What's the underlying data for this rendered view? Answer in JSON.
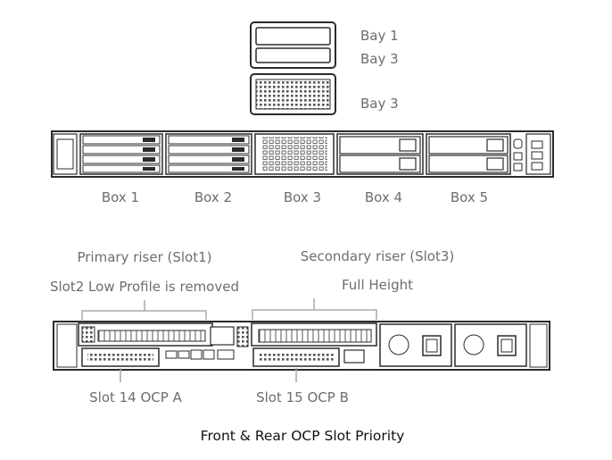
{
  "caption": "Front & Rear OCP Slot Priority",
  "bays": {
    "top_label": "Bay 1",
    "middle_label": "Bay 3",
    "bottom_label": "Bay 3"
  },
  "front_boxes": [
    "Box 1",
    "Box 2",
    "Box 3",
    "Box 4",
    "Box 5"
  ],
  "rear": {
    "primary_riser": "Primary riser (Slot1)",
    "primary_note": "Slot2 Low Profile is removed",
    "secondary_riser": "Secondary riser (Slot3)",
    "secondary_note": "Full Height",
    "ocp_a": "Slot 14 OCP A",
    "ocp_b": "Slot 15 OCP B"
  },
  "colors": {
    "stroke": "#2b2b2b",
    "label": "#6d6d6d",
    "bracket": "#a8a8a8",
    "caption": "#111111"
  }
}
